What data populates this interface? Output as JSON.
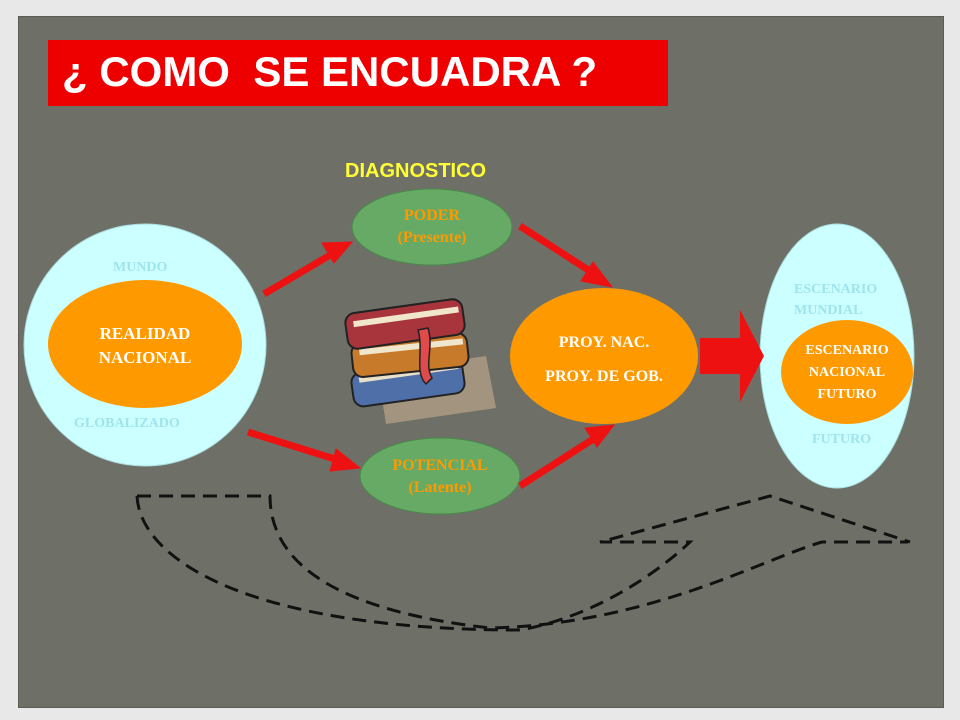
{
  "title": "¿ COMO  SE ENCUADRA ?",
  "diagnostico_label": "DIAGNOSTICO",
  "left_cluster": {
    "outer_top": "MUNDO",
    "outer_bottom": "GLOBALIZADO",
    "inner_line1": "REALIDAD",
    "inner_line2": "NACIONAL"
  },
  "poder": {
    "line1": "PODER",
    "line2": "(Presente)"
  },
  "potencial": {
    "line1": "POTENCIAL",
    "line2": "(Latente)"
  },
  "proyecto": {
    "line1": "PROY. NAC.",
    "line2": "PROY. DE GOB."
  },
  "right_cluster": {
    "outer_top1": "ESCENARIO",
    "outer_top2": "MUNDIAL",
    "outer_bottom": "FUTURO",
    "inner_line1": "ESCENARIO",
    "inner_line2": "NACIONAL",
    "inner_line3": "FUTURO"
  },
  "colors": {
    "background": "#6e7068",
    "title_bg": "#ee0000",
    "orange": "#ff9900",
    "green": "#66aa66",
    "light_cyan": "#ccffff",
    "arrow_red": "#ee1111",
    "yellow": "#ffff33"
  },
  "icons": [
    "books-icon"
  ]
}
